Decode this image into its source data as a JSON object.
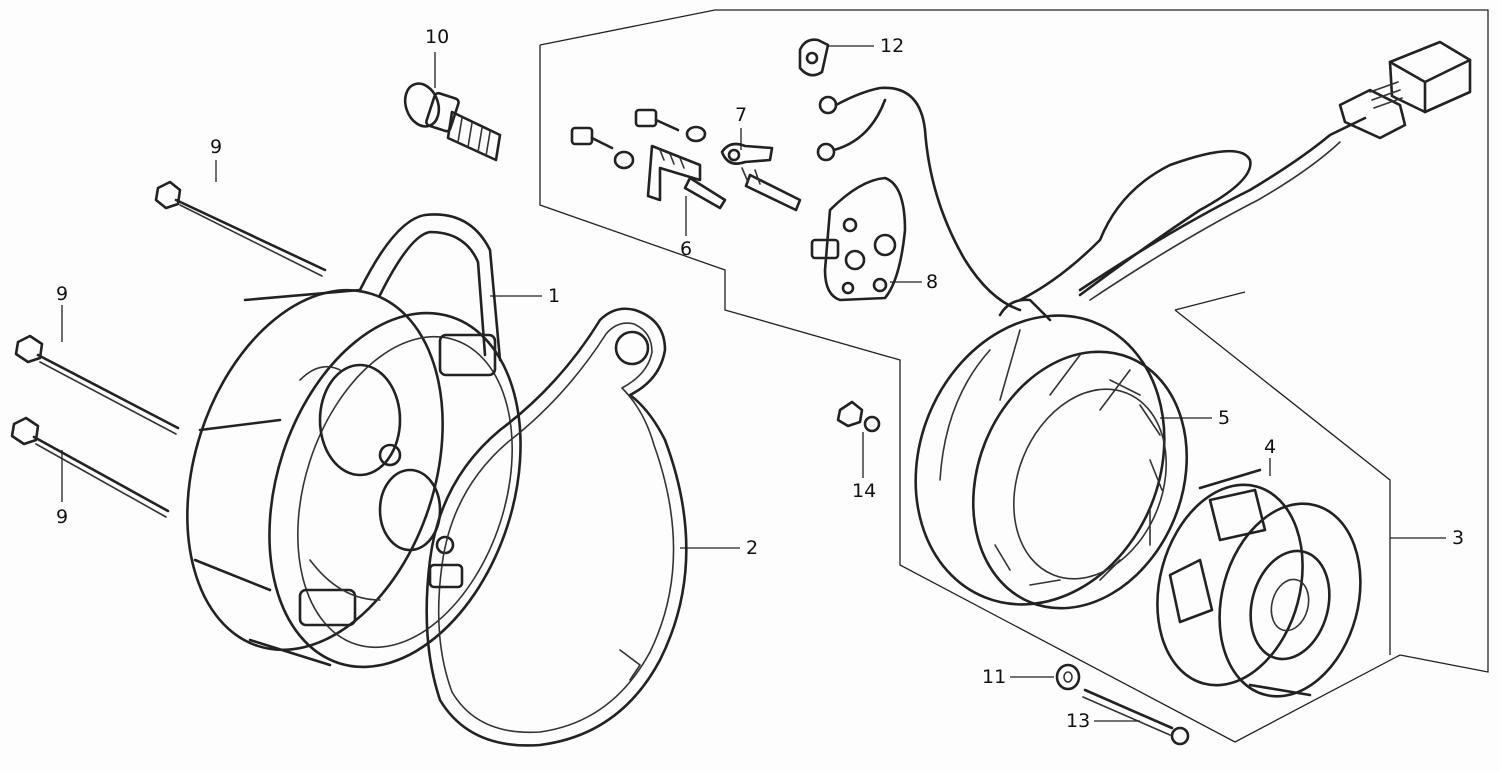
{
  "callouts": [
    {
      "id": "c1",
      "text": "1"
    },
    {
      "id": "c2",
      "text": "2"
    },
    {
      "id": "c3",
      "text": "3"
    },
    {
      "id": "c4",
      "text": "4"
    },
    {
      "id": "c5",
      "text": "5"
    },
    {
      "id": "c6",
      "text": "6"
    },
    {
      "id": "c7",
      "text": "7"
    },
    {
      "id": "c8",
      "text": "8"
    },
    {
      "id": "c9a",
      "text": "9"
    },
    {
      "id": "c9b",
      "text": "9"
    },
    {
      "id": "c9c",
      "text": "9"
    },
    {
      "id": "c10",
      "text": "10"
    },
    {
      "id": "c11",
      "text": "11"
    },
    {
      "id": "c12",
      "text": "12"
    },
    {
      "id": "c13",
      "text": "13"
    },
    {
      "id": "c14",
      "text": "14"
    }
  ],
  "colors": {
    "ink": "#222222",
    "paper": "#fdfdfd"
  }
}
